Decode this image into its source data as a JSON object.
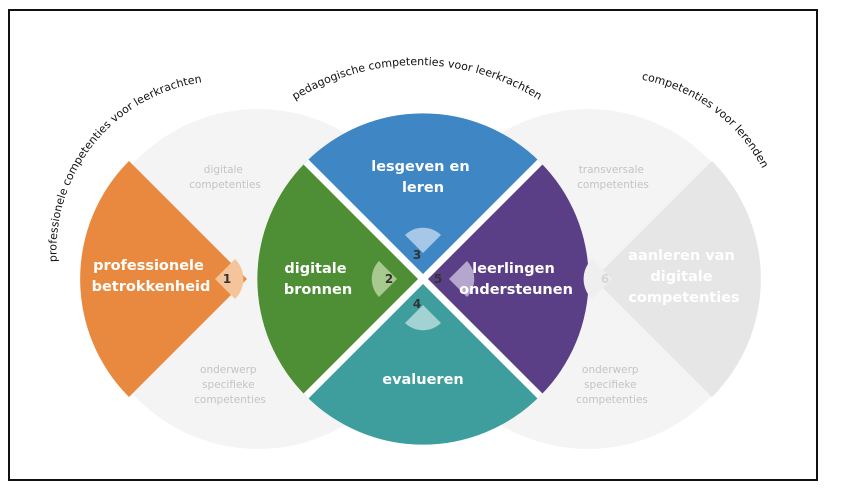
{
  "arc_labels": {
    "left": "professionele competenties voor leerkrachten",
    "middle": "pedagogische competenties voor leerkrachten",
    "right": "competenties voor lerenden"
  },
  "left_circle": {
    "top_note": [
      "digitale",
      "competenties"
    ],
    "bottom_note": [
      "onderwerp",
      "specifieke",
      "competenties"
    ]
  },
  "right_circle": {
    "top_note": [
      "transversale",
      "competenties"
    ],
    "bottom_note": [
      "onderwerp",
      "specifieke",
      "competenties"
    ]
  },
  "areas": [
    {
      "number": "1",
      "lines": [
        "professionele",
        "betrokkenheid"
      ],
      "color": "#E8893F"
    },
    {
      "number": "2",
      "lines": [
        "digitale",
        "bronnen"
      ],
      "color": "#4E8E34"
    },
    {
      "number": "3",
      "lines": [
        "lesgeven en",
        "leren"
      ],
      "color": "#3F86C4"
    },
    {
      "number": "4",
      "lines": [
        "evalueren"
      ],
      "color": "#3E9E9D"
    },
    {
      "number": "5",
      "lines": [
        "leerlingen",
        "ondersteunen"
      ],
      "color": "#5A3F86"
    },
    {
      "number": "6",
      "lines": [
        "aanleren van",
        "digitale",
        "competenties"
      ],
      "color": "#E6E6E6"
    }
  ]
}
